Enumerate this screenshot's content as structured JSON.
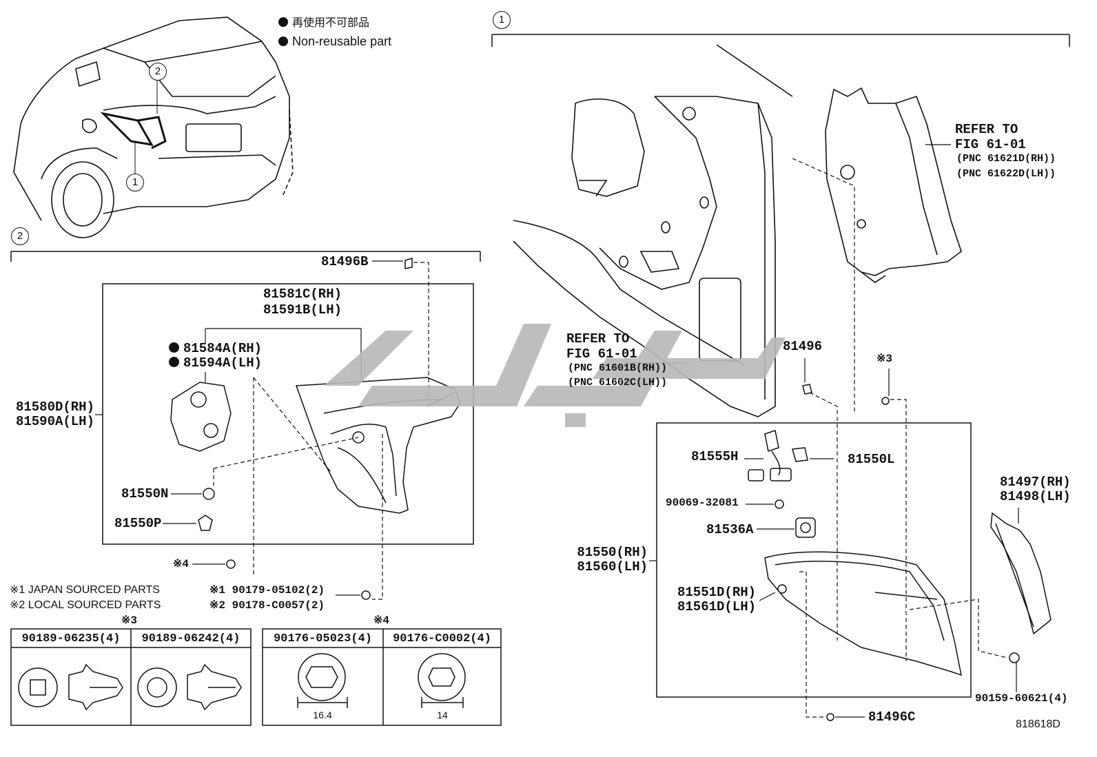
{
  "legend": {
    "jp": "再使用不可部品",
    "en": "Non-reusable part"
  },
  "callouts": {
    "one": "1",
    "two": "2"
  },
  "section2": {
    "p81496B": "81496B",
    "p81581": [
      "81581C(RH)",
      "81591B(LH)"
    ],
    "p81584": [
      "81584A(RH)",
      "81594A(LH)"
    ],
    "p81580": [
      "81580D(RH)",
      "81590A(LH)"
    ],
    "p81550N": "81550N",
    "p81550P": "81550P",
    "note4": "※4",
    "src1": "※1 JAPAN SOURCED PARTS",
    "src2": "※2 LOCAL SOURCED PARTS",
    "b1": "※1 90179-05102(2)",
    "b2": "※2 90178-C0057(2)"
  },
  "tables": {
    "t3": {
      "mark": "※3",
      "cols": [
        "90189-06235(4)",
        "90189-06242(4)"
      ]
    },
    "t4": {
      "mark": "※4",
      "cols": [
        "90176-05023(4)",
        "90176-C0002(4)"
      ],
      "dims": [
        "16.4",
        "14"
      ]
    }
  },
  "section1": {
    "refer_upper": [
      "REFER TO",
      "FIG 61-01",
      "(PNC 61621D(RH))",
      "(PNC 61622D(LH))"
    ],
    "refer_lower": [
      "REFER TO",
      "FIG 61-01",
      "(PNC 61601B(RH))",
      "(PNC 61602C(LH))"
    ],
    "p81496": "81496",
    "note3": "※3",
    "p81555H": "81555H",
    "p81550L": "81550L",
    "p90069": "90069-32081",
    "p81536A": "81536A",
    "p81550": [
      "81550(RH)",
      "81560(LH)"
    ],
    "p81551": [
      "81551D(RH)",
      "81561D(LH)"
    ],
    "p81497": [
      "81497(RH)",
      "81498(LH)"
    ],
    "p90159": "90159-60621(4)",
    "p81496C": "81496C",
    "fig_no": "818618D"
  }
}
